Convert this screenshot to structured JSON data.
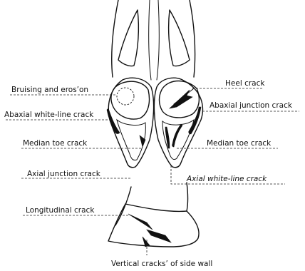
{
  "labels": {
    "bruising_erosion": "Bruising and eros’on",
    "heel_crack": "Heel crack",
    "abaxial_white_line_crack": "Abaxial white-line crack",
    "abaxial_junction_crack": "Abaxial junction crack",
    "median_toe_crack_left": "Median toe crack",
    "median_toe_crack_right": "Median toe crack",
    "axial_junction_crack": "Axial junction crack",
    "axial_white_line_crack": "Axial white-line crack",
    "longitudinal_crack": "Longitudinal crack",
    "vertical_cracks_side_wall": "Vertical cracks’ of side wall"
  }
}
